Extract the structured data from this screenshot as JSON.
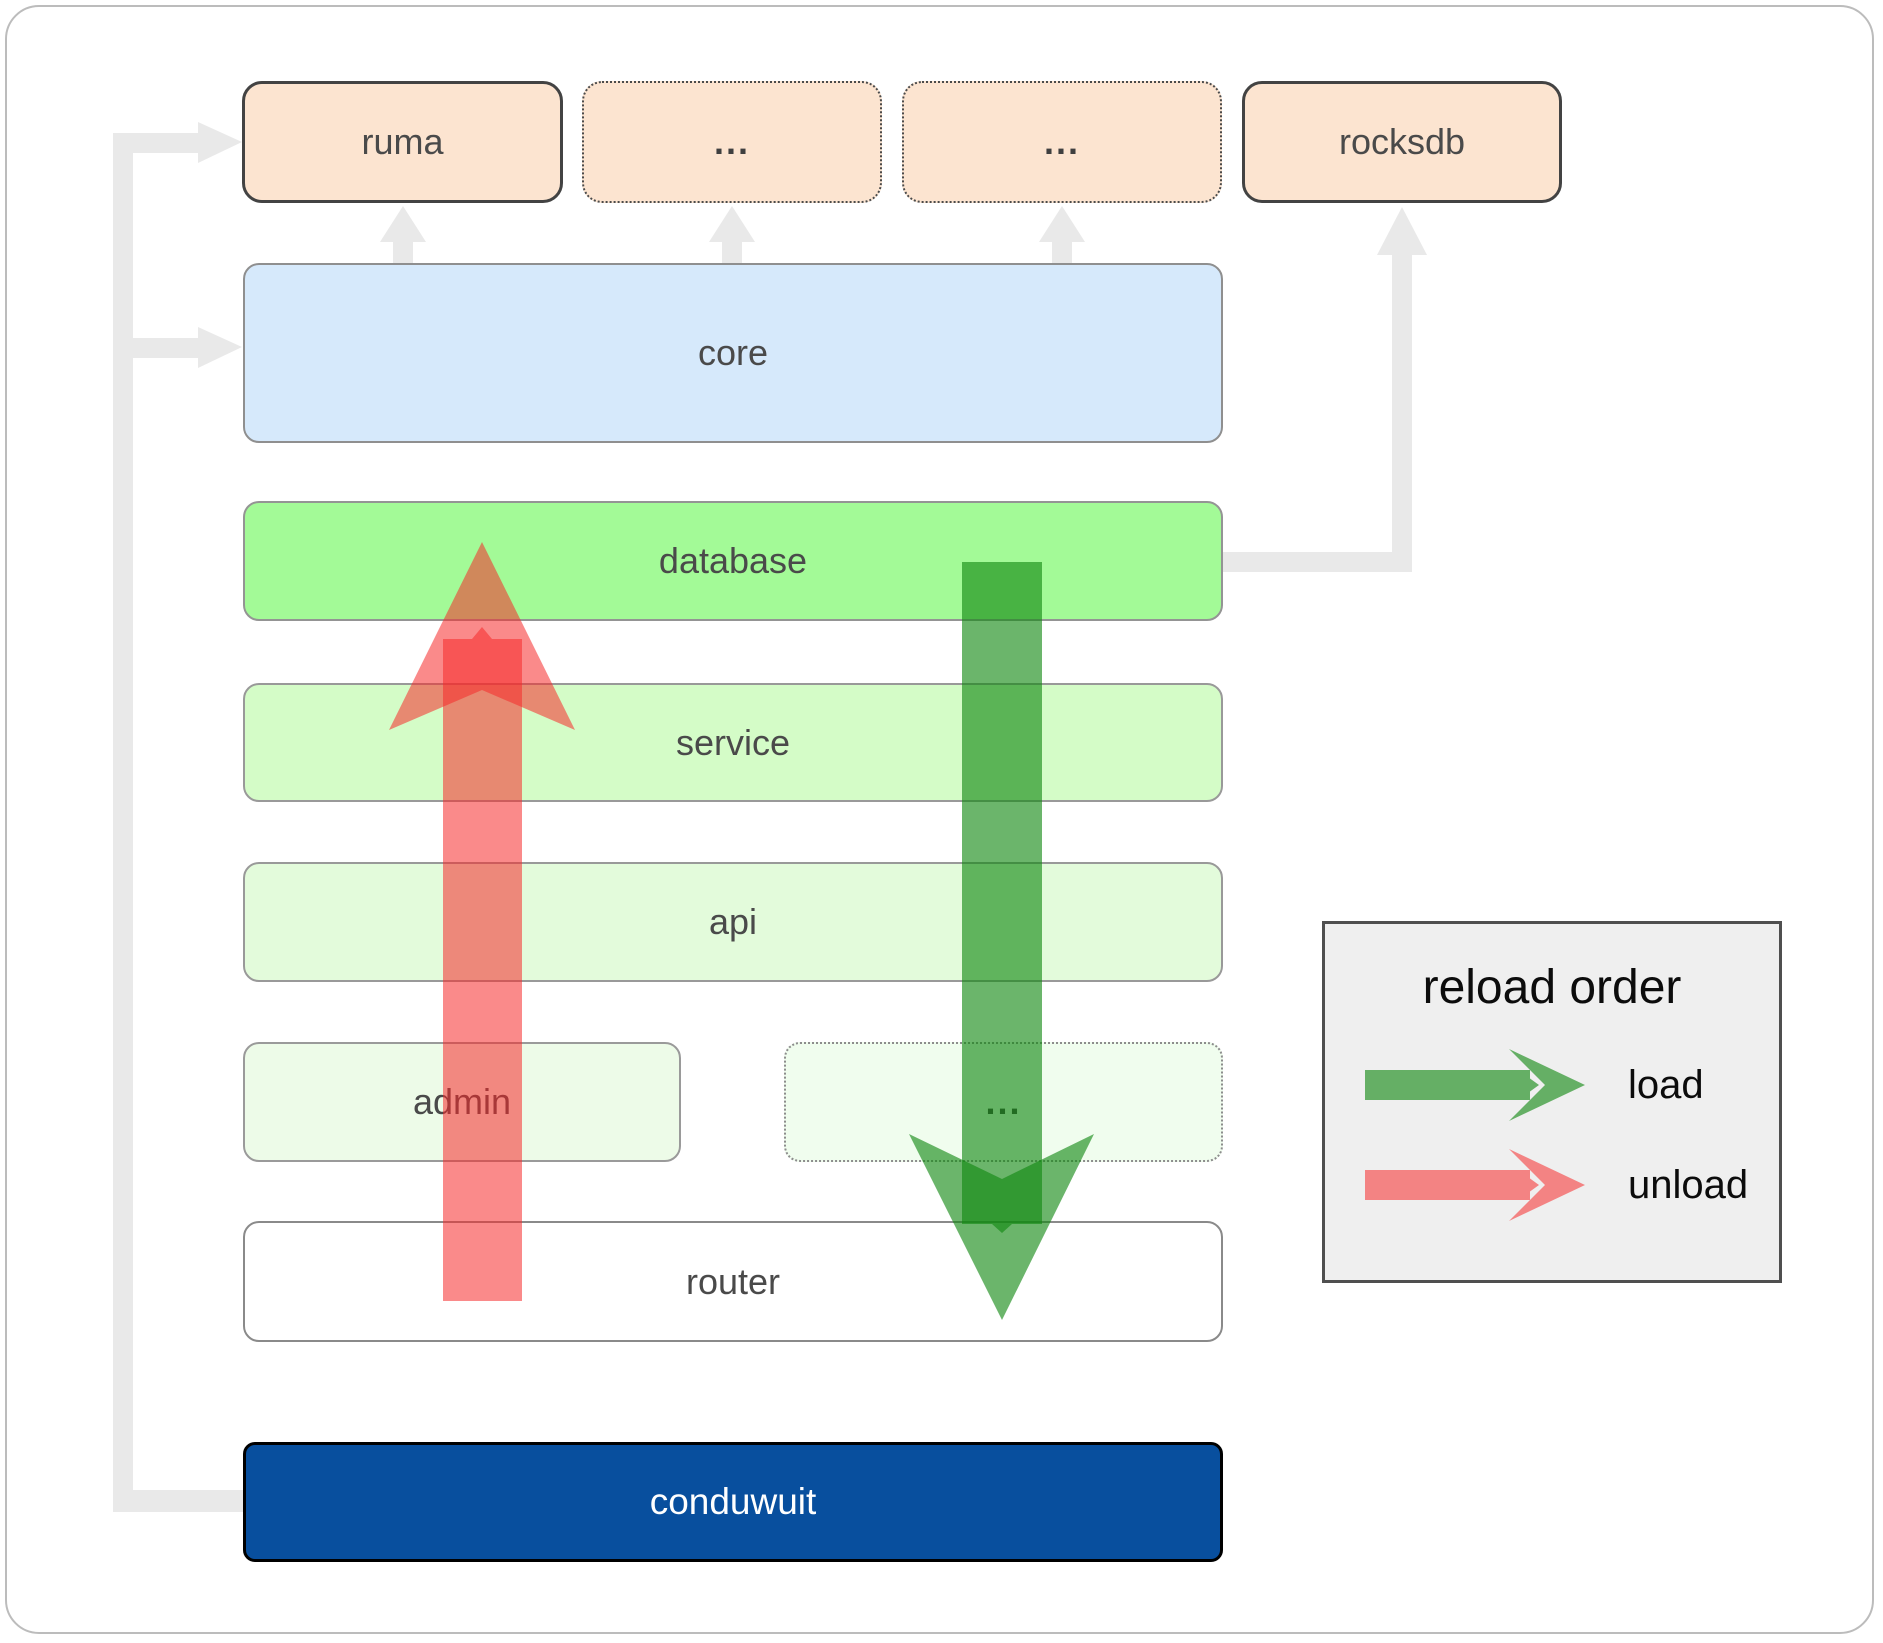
{
  "nodes": {
    "ruma": "ruma",
    "deps_a": "...",
    "deps_b": "...",
    "rocksdb": "rocksdb",
    "core": "core",
    "database": "database",
    "service": "service",
    "api": "api",
    "admin": "admin",
    "more": "...",
    "router": "router",
    "conduwuit": "conduwuit"
  },
  "legend": {
    "title": "reload order",
    "load_label": "load",
    "unload_label": "unload"
  },
  "colors": {
    "load_green": "#108810",
    "unload_red": "#f62a2a",
    "connector_gray": "#e9e9e9",
    "conduwuit_blue": "#084f9e"
  }
}
